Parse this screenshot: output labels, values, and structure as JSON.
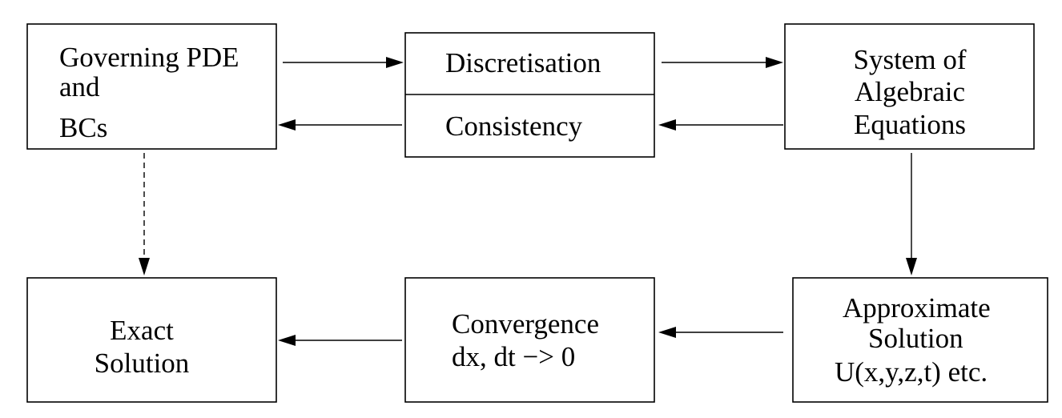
{
  "nodes": {
    "pde": {
      "line1": "Governing PDE",
      "line2": "and",
      "line3": "BCs"
    },
    "discretisation": {
      "label": "Discretisation"
    },
    "consistency": {
      "label": "Consistency"
    },
    "algebraic": {
      "line1": "System of",
      "line2": "Algebraic",
      "line3": "Equations"
    },
    "exact": {
      "line1": "Exact",
      "line2": "Solution"
    },
    "convergence": {
      "line1": "Convergence",
      "line2": "dx, dt −> 0"
    },
    "approx": {
      "line1": "Approximate",
      "line2": "Solution",
      "line3": "U(x,y,z,t) etc."
    }
  }
}
